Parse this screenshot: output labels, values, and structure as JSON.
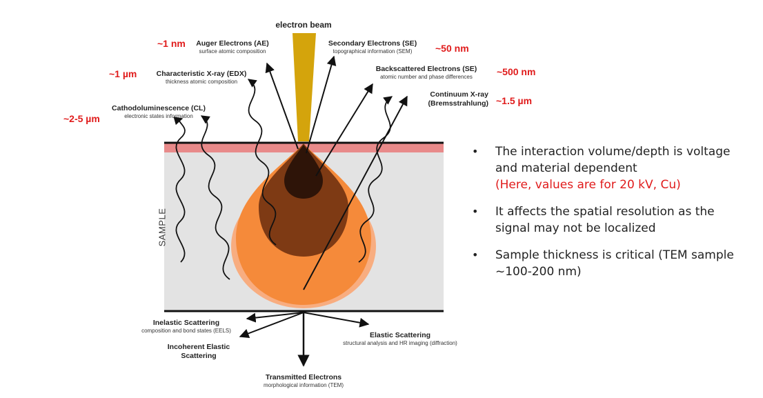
{
  "diagram": {
    "beam_label": "electron beam",
    "sample_label": "SAMPLE",
    "signals": {
      "auger": {
        "title": "Auger Electrons (AE)",
        "desc": "surface atomic composition",
        "depth": "~1 nm"
      },
      "secondary": {
        "title": "Secondary Electrons (SE)",
        "desc": "topographical information (SEM)",
        "depth": "~50 nm"
      },
      "xray": {
        "title": "Characteristic X-ray (EDX)",
        "desc": "thickness atomic composition",
        "depth": "~1 µm"
      },
      "backscattered": {
        "title": "Backscattered Electrons (SE)",
        "desc": "atomic number and phase differences",
        "depth": "~500 nm"
      },
      "cathodo": {
        "title": "Cathodoluminescence (CL)",
        "desc": "electronic states information",
        "depth": "~2-5 µm"
      },
      "continuum": {
        "title": "Continuum X-ray",
        "desc": "(Bremsstrahlung)",
        "depth": "~1.5 µm"
      },
      "inelastic": {
        "title": "Inelastic Scattering",
        "desc": "composition and bond states (EELS)"
      },
      "incoherent": {
        "title": "Incoherent Elastic Scattering"
      },
      "elastic": {
        "title": "Elastic Scattering",
        "desc": "structural analysis and HR imaging (diffraction)"
      },
      "transmitted": {
        "title": "Transmitted Electrons",
        "desc": "morphological information (TEM)"
      }
    },
    "colors": {
      "beam": "#d4a40c",
      "surface_layer": "#e88a8a",
      "sample_fill": "#e3e3e3",
      "volume_outer": "#f8ad80",
      "volume_mid": "#f58a3a",
      "volume_inner": "#7e3a14",
      "volume_core": "#2e1408",
      "annotation": "#e01b1b"
    }
  },
  "bullets": [
    {
      "text": "The interaction volume/depth is voltage and material dependent",
      "note": "(Here, values are for 20 kV, Cu)"
    },
    {
      "text": "It affects the spatial resolution as the signal may not be localized"
    },
    {
      "text": "Sample thickness is critical (TEM sample ~100-200 nm)"
    }
  ]
}
